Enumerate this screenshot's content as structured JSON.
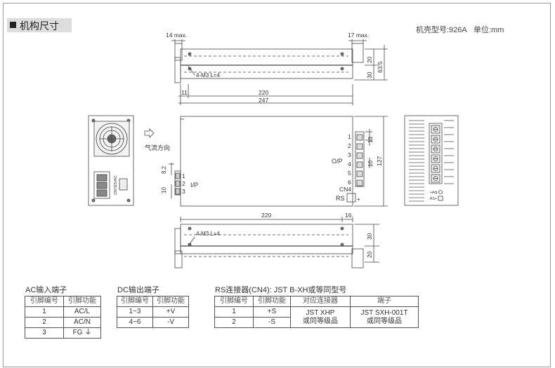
{
  "header": {
    "title": "机构尺寸"
  },
  "model": {
    "label": "机壳型号:926A",
    "unit": "单位:mm"
  },
  "top_view": {
    "dims": {
      "left_max": "14 max.",
      "right_max": "17 max.",
      "h20": "20",
      "h30": "30",
      "h635": "63.5",
      "w11": "11",
      "w220": "220",
      "w247": "247"
    },
    "screw": "4-M3 L=4"
  },
  "front_view": {
    "airflow": "气流方向",
    "voltage_label": "230/115VAC",
    "outputs": [
      "1",
      "2",
      "3",
      "4",
      "5",
      "6"
    ],
    "op_label": "O/P",
    "cn4": "CN4",
    "rs": "RS",
    "plus": "+",
    "dims": {
      "d13": "13",
      "d10": "10",
      "d127": "127",
      "d82": "8.2",
      "d10b": "10"
    },
    "ip_pins": [
      "1",
      "2",
      "3"
    ],
    "ip_label": "I/P",
    "adj_labels": [
      "+Adj.",
      "RS+"
    ]
  },
  "bottom_view": {
    "dims": {
      "w220": "220",
      "w16": "16",
      "h30": "30",
      "h20": "20"
    },
    "screw": "4-M3 L=4"
  },
  "ac_table": {
    "title": "AC输入端子",
    "headers": [
      "引脚编号",
      "引脚功能"
    ],
    "rows": [
      [
        "1",
        "AC/L"
      ],
      [
        "2",
        "AC/N"
      ],
      [
        "3",
        "FG ⏚"
      ]
    ]
  },
  "dc_table": {
    "title": "DC输出端子",
    "headers": [
      "引脚编号",
      "引脚功能"
    ],
    "rows": [
      [
        "1~3",
        "+V"
      ],
      [
        "4~6",
        "-V"
      ]
    ]
  },
  "rs_table": {
    "title": "RS连接器(CN4): JST B-XH或等同型号",
    "headers": [
      "引脚编号",
      "引脚功能",
      "对应连接器",
      "端子"
    ],
    "rows": [
      [
        "1",
        "+S"
      ],
      [
        "2",
        "-S"
      ]
    ],
    "connector": [
      "JST XHP",
      "或同等级品"
    ],
    "terminal": [
      "JST SXH-001T",
      "或同等级品"
    ]
  }
}
